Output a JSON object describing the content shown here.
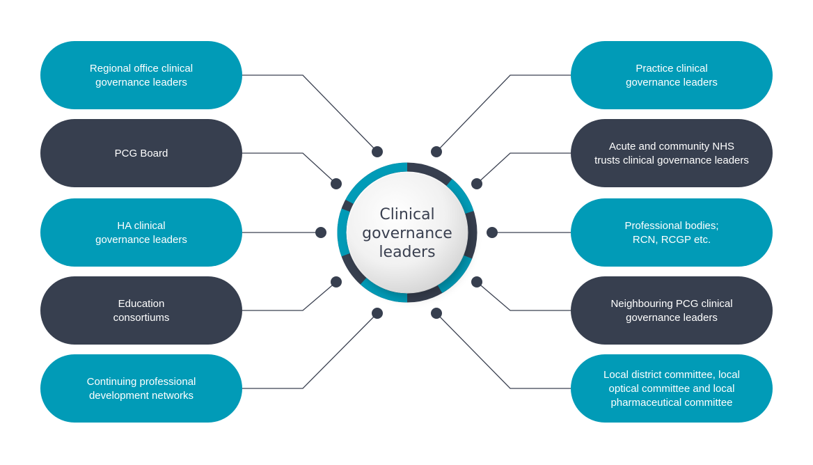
{
  "colors": {
    "teal": "#019bb7",
    "navy": "#373f4f",
    "line": "#3a4050",
    "text_light": "#ffffff",
    "center_text": "#3a4050"
  },
  "center": {
    "lines": [
      "Clinical",
      "governance",
      "leaders"
    ]
  },
  "left_nodes": [
    {
      "lines": [
        "Regional office clinical",
        "governance leaders"
      ],
      "color": "teal"
    },
    {
      "lines": [
        "PCG Board"
      ],
      "color": "navy"
    },
    {
      "lines": [
        "HA clinical",
        "governance leaders"
      ],
      "color": "teal"
    },
    {
      "lines": [
        "Education",
        "consortiums"
      ],
      "color": "navy"
    },
    {
      "lines": [
        "Continuing professional",
        "development networks"
      ],
      "color": "teal"
    }
  ],
  "right_nodes": [
    {
      "lines": [
        "Practice clinical",
        "governance leaders"
      ],
      "color": "teal"
    },
    {
      "lines": [
        "Acute and community NHS",
        "trusts clinical governance leaders"
      ],
      "color": "navy"
    },
    {
      "lines": [
        "Professional bodies;",
        "RCN, RCGP etc."
      ],
      "color": "teal"
    },
    {
      "lines": [
        "Neighbouring PCG clinical",
        "governance leaders"
      ],
      "color": "navy"
    },
    {
      "lines": [
        "Local district committee, local",
        "optical committee and local",
        "pharmaceutical committee"
      ],
      "color": "teal"
    }
  ]
}
